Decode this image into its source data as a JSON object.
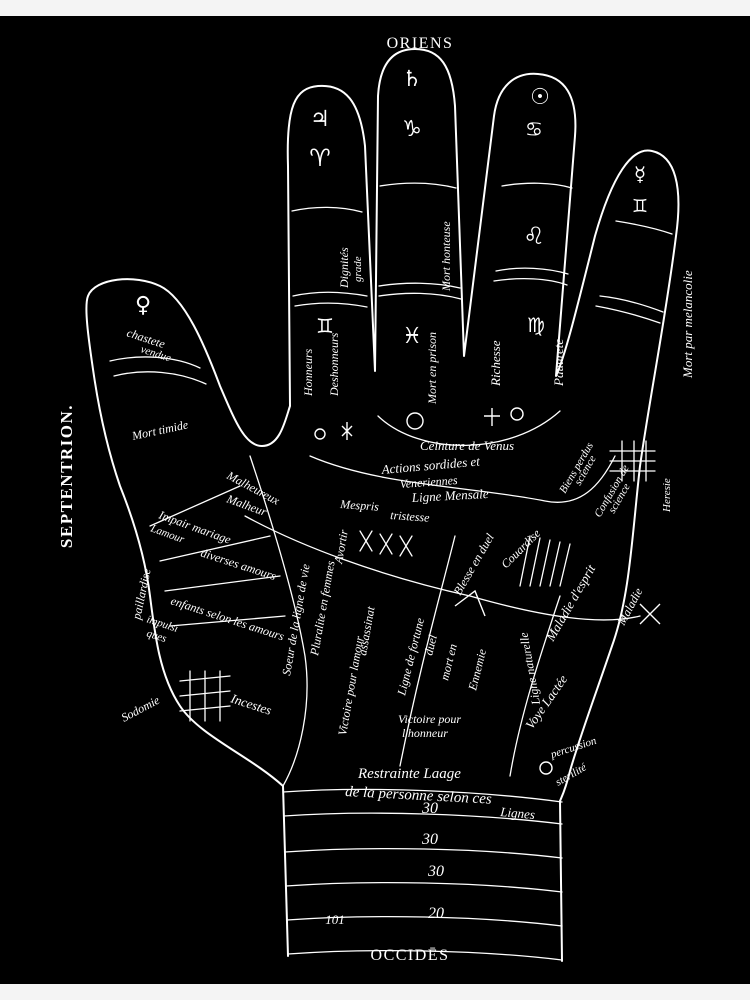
{
  "directions": {
    "top": "ORIENS",
    "bottom": "OCCIDĒS",
    "left": "SEPTENTRION."
  },
  "labels": {
    "chastete": "chastete",
    "vendue": "vendue",
    "mort_timide": "Mort timide",
    "honneurs": "Honneurs",
    "deshonneur": "Deshonneurs",
    "dignites": "Dignités",
    "grade": "grade",
    "mort_prison": "Mort en prison",
    "mort_honteuse": "Mort honteuse",
    "richesse": "Richesse",
    "pauurete": "Pauurete",
    "mort_melancolie": "Mort par melancolie",
    "ceinture": "Ceinture de Venus",
    "actions": "Actions sordides et",
    "veneriennes": "Veneriennes",
    "ligne_mensale": "Ligne Mensale",
    "mespris": "Mespris",
    "tristesse": "tristesse",
    "biens": "Biens perdus",
    "science": "science",
    "confusion": "Confusion de",
    "science2": "science",
    "heresie": "Heresie",
    "malheureux": "Malheureux",
    "malheur": "Malheur",
    "impair": "Impair mariage",
    "lamour": "Lamour",
    "diverses": "diverses amours",
    "enfants": "enfants selon les amours",
    "impulsion": "impulsi",
    "ques": "ques",
    "paillardise": "paillardise",
    "sodomie": "Sodomie",
    "incestes": "Incestes",
    "soeur": "Soeur de la ligne de vie",
    "pluralite": "Pluralite en femmes",
    "avortir": "Avortir",
    "victoire_amour": "Victoire pour lamour",
    "assassinat": "assassinat",
    "ligne_fortune": "Ligne de fortune",
    "duel": "duel",
    "mort_en": "mort en",
    "ennemi": "Ennemie",
    "blesse": "Blesse en duel",
    "couardise": "Couardise",
    "maladie_esprit": "Maladie d'esprit",
    "maladie": "Maladie",
    "ligne_naturelle": "Ligne naturelle",
    "voye_lactee": "Voye Lactée",
    "victoire_honneur": "Victoire pour",
    "lhonneur": "l'honneur",
    "percussion": "percussion",
    "sterilite": "sterilité",
    "restrainte": "Restrainte Laage",
    "personne": "de la personne selon ces",
    "lignes": "Lignes",
    "n30a": "30",
    "n30b": "30",
    "n30c": "30",
    "n20": "20",
    "n101": "101"
  },
  "symbols": {
    "index_top": "♃",
    "index_sign": "♈",
    "middle_top": "♄",
    "middle_sign": "♑",
    "middle_pisces": "♓",
    "ring_top": "☉",
    "ring_sign": "♋",
    "ring_leo": "♌",
    "ring_virgo": "♍",
    "little_top": "☿",
    "little_sign": "♊",
    "thumb_top": "♀",
    "index_gemini": "♊"
  }
}
